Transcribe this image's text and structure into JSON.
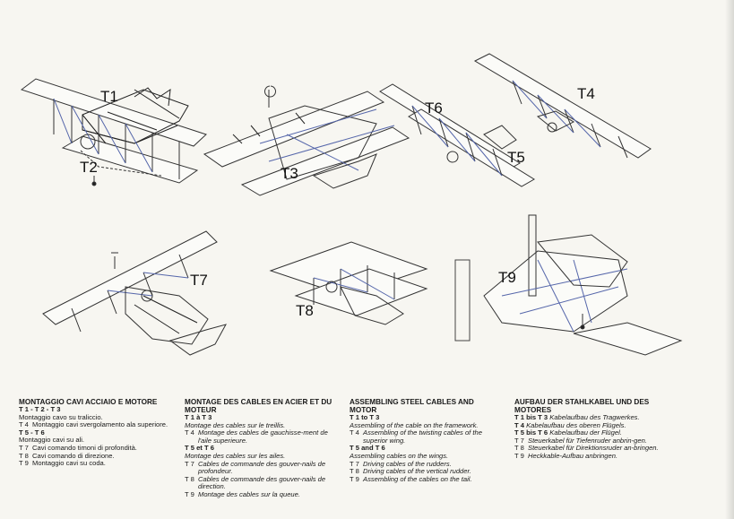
{
  "figure_labels": {
    "t1": "T1",
    "t2": "T2",
    "t3": "T3",
    "t4": "T4",
    "t5": "T5",
    "t6": "T6",
    "t7": "T7",
    "t8": "T8",
    "t9": "T9"
  },
  "columns": {
    "italian": {
      "heading": "MONTAGGIO CAVI ACCIAIO E MOTORE",
      "group1": "T 1 - T 2 - T 3",
      "group1_desc": "Montaggio cavo su traliccio.",
      "t4_key": "T 4",
      "t4_text": "Montaggio cavi svergolamento ala superiore.",
      "group2": "T 5 - T 6",
      "group2_desc": "Montaggio cavi su ali.",
      "t7_key": "T 7",
      "t7_text": "Cavi comando timoni di profondità.",
      "t8_key": "T 8",
      "t8_text": "Cavi comando di direzione.",
      "t9_key": "T 9",
      "t9_text": "Montaggio cavi su coda."
    },
    "french": {
      "heading": "MONTAGE DES CABLES EN ACIER ET DU MOTEUR",
      "group1": "T 1 à T 3",
      "group1_desc": "Montage des cables sur le treillis.",
      "t4_key": "T 4",
      "t4_text": "Montage des cables de gauchisse-ment de l'aile superieure.",
      "group2": "T 5 et T 6",
      "group2_desc": "Montage des cables sur les ailes.",
      "t7_key": "T 7",
      "t7_text": "Cables de commande des gouver-nails de profondeur.",
      "t8_key": "T 8",
      "t8_text": "Cables de commande des gouver-nails de direction.",
      "t9_key": "T 9",
      "t9_text": "Montage des cables sur la queue."
    },
    "english": {
      "heading": "ASSEMBLING STEEL CABLES AND MOTOR",
      "group1": "T 1 to T 3",
      "group1_desc": "Assembling of the cable on the framework.",
      "t4_key": "T 4",
      "t4_text": "Assembling of the twisting cables of the superior wing.",
      "group2": "T 5 and T 6",
      "group2_desc": "Assembling cables on the wings.",
      "t7_key": "T 7",
      "t7_text": "Driving cables of the rudders.",
      "t8_key": "T 8",
      "t8_text": "Driving cables of the vertical rudder.",
      "t9_key": "T 9",
      "t9_text": "Assembling of the cables on the tail."
    },
    "german": {
      "heading": "AUFBAU DER STAHLKABEL UND DES MOTORES",
      "g1_key": "T 1 bis T 3",
      "g1_text": "Kabelaufbau des Tragwerkes.",
      "g2_key": "T 4",
      "g2_text": "Kabelaufbau des oberen Flügels.",
      "g3_key": "T 5 bis T 6",
      "g3_text": "Kabelaufbau der Flügel.",
      "t7_key": "T 7",
      "t7_text": "Steuerkabel für Tiefenruder anbrin-gen.",
      "t8_key": "T 8",
      "t8_text": "Steuerkabel für Direktionsruder an-bringen.",
      "t9_key": "T 9",
      "t9_text": "Heckkable-Aufbau anbringen."
    }
  }
}
